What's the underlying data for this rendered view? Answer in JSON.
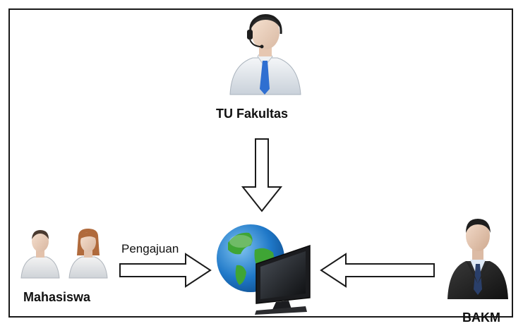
{
  "diagram": {
    "nodes": {
      "tu_fakultas": {
        "label": "TU Fakultas"
      },
      "mahasiswa": {
        "label": "Mahasiswa"
      },
      "bakm": {
        "label": "BAKM"
      }
    },
    "edges": {
      "mahasiswa_to_system": {
        "label": "Pengajuan"
      }
    }
  },
  "colors": {
    "border": "#1a1a1a",
    "tie_blue": "#2f6fd1",
    "globe_water": "#1f78c8",
    "globe_land": "#3fa535",
    "suit_dark": "#1c1c1c"
  }
}
